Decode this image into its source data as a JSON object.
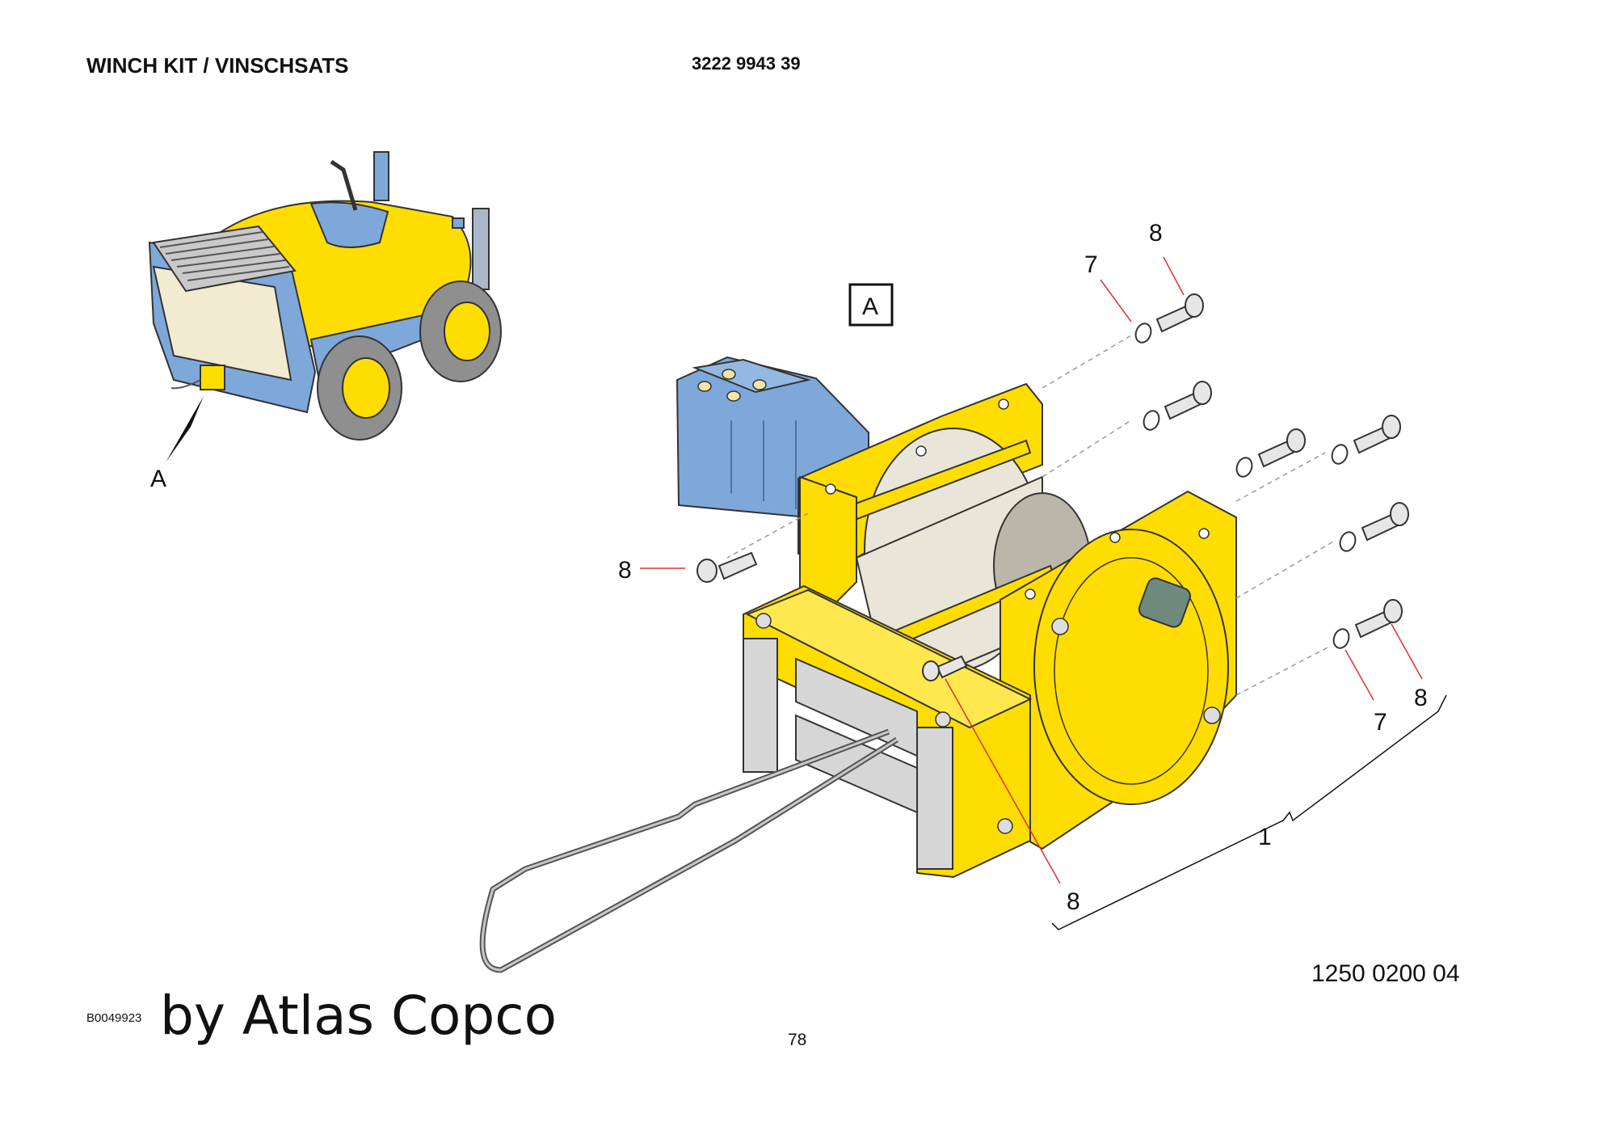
{
  "header": {
    "title": "WINCH KIT / VINSCHSATS",
    "part_number": "3222 9943 39"
  },
  "detail_box_label": "A",
  "overview_pointer_label": "A",
  "callouts": {
    "washer": "7",
    "bolt": "8",
    "assembly": "1"
  },
  "footer": {
    "reference_code": "1250 0200 04",
    "image_id": "B0049923",
    "watermark": "by Atlas Copco",
    "page_number": "78"
  },
  "colors": {
    "yellow": "#FFDD00",
    "blue": "#7EA8DA",
    "drum": "#E9E5D8",
    "roller": "#D6D6D6",
    "leader": "#E03030",
    "dashed": "#9A9A9A"
  }
}
